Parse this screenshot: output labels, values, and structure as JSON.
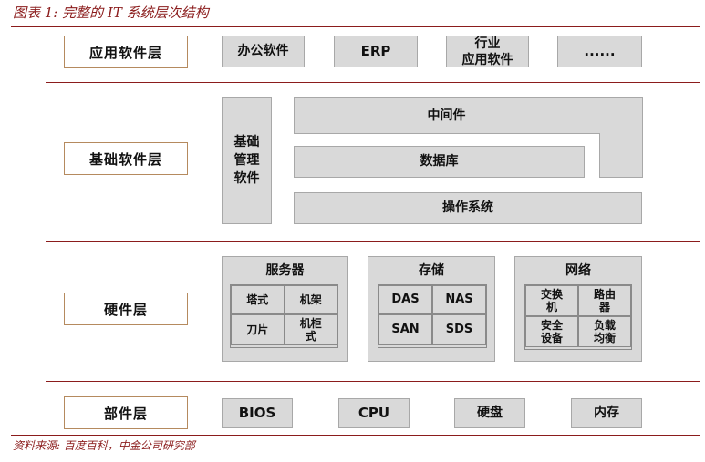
{
  "figure": {
    "title": "图表 1:  完整的 IT 系统层次结构",
    "source": "资料来源:  百度百科，中金公司研究部"
  },
  "layers": {
    "application": {
      "label": "应用软件层",
      "items": [
        "办公软件",
        "ERP",
        "行业",
        "应用软件",
        "......"
      ]
    },
    "foundation": {
      "label": "基础软件层",
      "mgmt": [
        "基础",
        "管理",
        "软件"
      ],
      "middleware": "中间件",
      "database": "数据库",
      "os": "操作系统"
    },
    "hardware": {
      "label": "硬件层",
      "server": {
        "title": "服务器",
        "cells": [
          "塔式",
          "机架",
          "刀片",
          "机柜",
          "式"
        ]
      },
      "storage": {
        "title": "存储",
        "cells": [
          "DAS",
          "NAS",
          "SAN",
          "SDS"
        ]
      },
      "network": {
        "title": "网络",
        "cells": [
          "交换",
          "机",
          "路由",
          "器",
          "安全",
          "设备",
          "负载",
          "均衡"
        ]
      }
    },
    "component": {
      "label": "部件层",
      "items": [
        "BIOS",
        "CPU",
        "硬盘",
        "内存"
      ]
    }
  },
  "colors": {
    "accent": "#8b1c1c",
    "box_fill": "#d9d9d9",
    "box_border": "#a8a8a8",
    "label_border": "#b58a5e"
  }
}
